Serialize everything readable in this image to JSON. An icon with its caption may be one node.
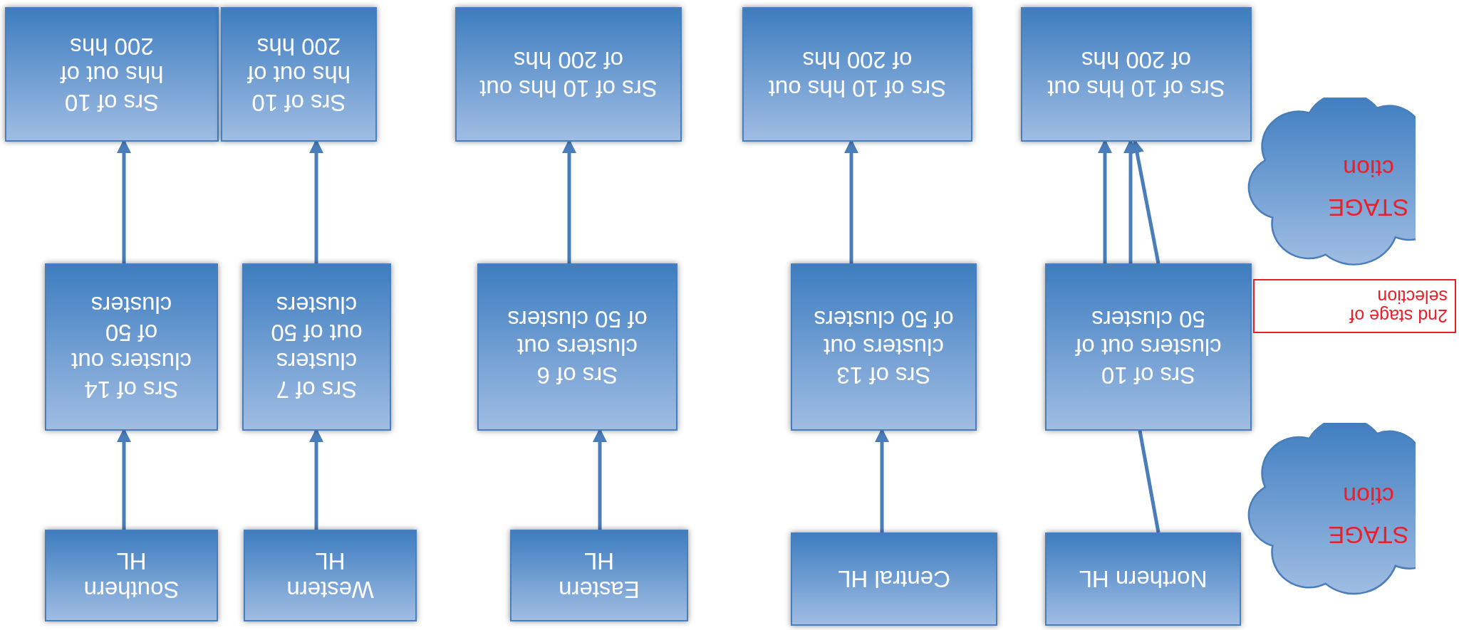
{
  "diagram": {
    "nodes": [
      {
        "text": [
          "Southern HL"
        ]
      },
      {
        "text": [
          "Western HL"
        ]
      },
      {
        "text": [
          "Eastern HL"
        ]
      },
      {
        "text": [
          "Central HL"
        ]
      },
      {
        "text": [
          "Northern HL"
        ]
      },
      {
        "text": [
          "Srs of 14 clusters out of 50 clusters"
        ]
      },
      {
        "text": [
          "Srs of 7 clusters out of 50 clusters"
        ]
      },
      {
        "text": [
          "Srs of 6 clusters out of 50 clusters"
        ]
      },
      {
        "text": [
          "Srs of 13 clusters out of 50 clusters"
        ]
      },
      {
        "text": [
          "Srs of 10 clusters out of 50 clusters"
        ]
      },
      {
        "text": [
          "Srs of 10 hhs out of 200 hhs"
        ]
      },
      {
        "text": [
          "Srs of 10 hhs out of 200 hhs"
        ]
      },
      {
        "text": [
          "Srs of 10 hhs out of 200 hhs"
        ]
      },
      {
        "text": [
          "Srs of 10 hhs out of 200 hhs"
        ]
      },
      {
        "text": [
          "Srs of 10 hhs out of 200 hhs"
        ]
      },
      {
        "text": [
          "STAGE ction"
        ]
      },
      {
        "text": [
          "STAGE ction"
        ]
      },
      {
        "text": [
          "2nd stage of selection"
        ]
      }
    ],
    "edges": [
      {
        "from": 0,
        "to": 5,
        "arrow": "to"
      },
      {
        "from": 1,
        "to": 6,
        "arrow": "to"
      },
      {
        "from": 2,
        "to": 7,
        "arrow": "to"
      },
      {
        "from": 3,
        "to": 8,
        "arrow": "to"
      },
      {
        "from": 4,
        "to": 9,
        "arrow": "none"
      },
      {
        "from": 5,
        "to": 10,
        "arrow": "to"
      },
      {
        "from": 6,
        "to": 11,
        "arrow": "to"
      },
      {
        "from": 7,
        "to": 12,
        "arrow": "to"
      },
      {
        "from": 8,
        "to": 13,
        "arrow": "to"
      },
      {
        "from": 9,
        "to": 14,
        "arrow": "to"
      },
      {
        "from": 9,
        "to": 14,
        "arrow": "to"
      },
      {
        "from": 9,
        "to": 14,
        "arrow": "to"
      }
    ]
  }
}
